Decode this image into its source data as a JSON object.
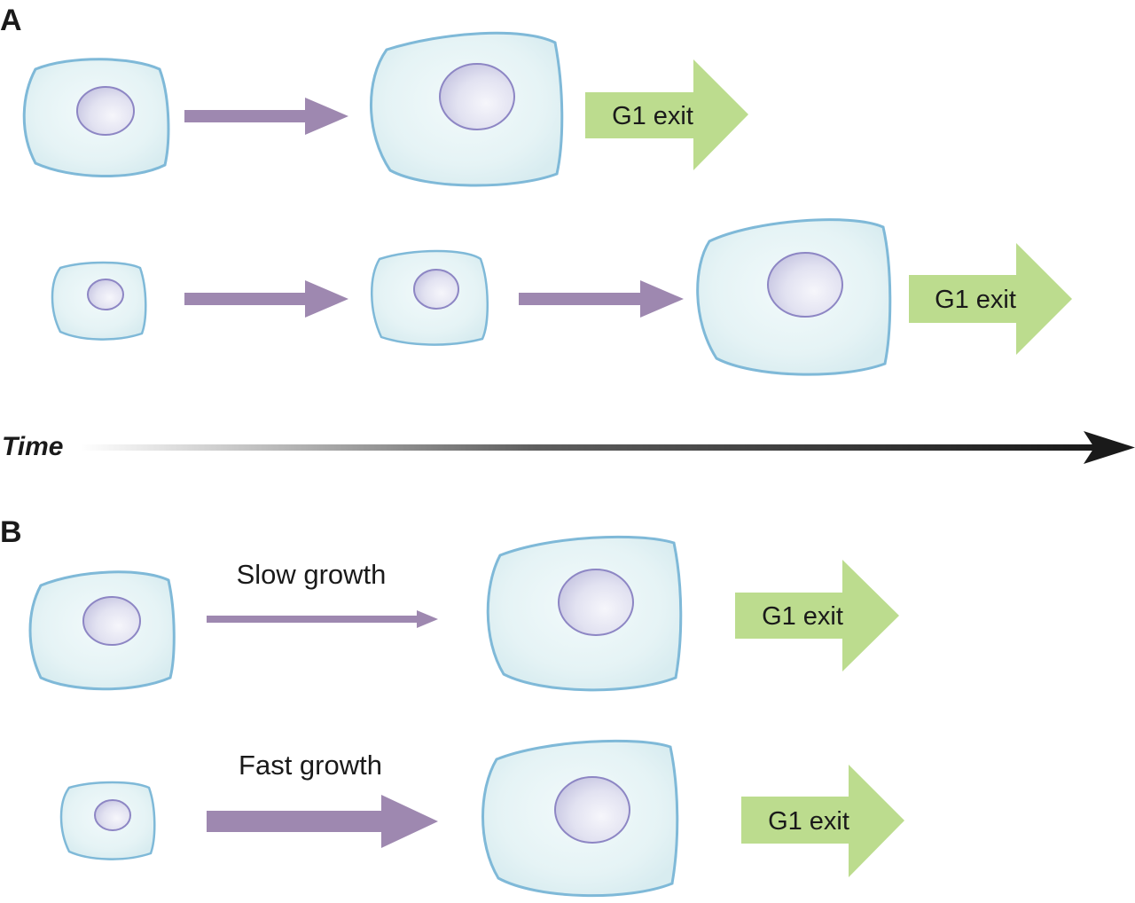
{
  "panels": {
    "a": {
      "letter": "A"
    },
    "b": {
      "letter": "B"
    }
  },
  "time_axis": {
    "label": "Time"
  },
  "exit_label": "G1 exit",
  "growth_labels": {
    "slow": "Slow growth",
    "fast": "Fast growth"
  },
  "colors": {
    "cell_fill": "#e4f3f4",
    "cell_outline": "#7fb9d8",
    "nucleus_fill": "#dcdcef",
    "nucleus_outline": "#8d86c4",
    "growth_arrow": "#9e88b0",
    "exit_arrow": "#bcdc8e",
    "time_arrow": "#1a1a1a"
  }
}
